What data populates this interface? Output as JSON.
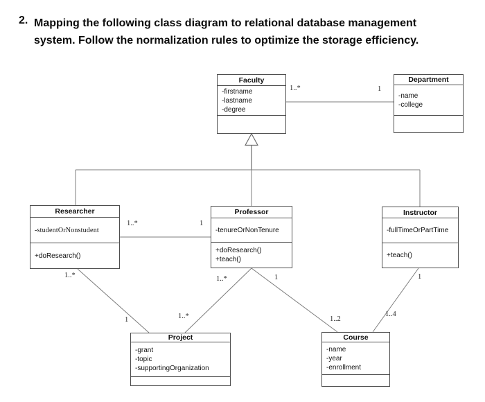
{
  "heading": {
    "number": "2.",
    "line1": "Mapping the following class diagram to relational database management",
    "line2": "system. Follow the normalization rules to optimize the storage efficiency."
  },
  "colors": {
    "box_border": "#4e4e4e",
    "connector": "#7d7d7d",
    "text": "#111111",
    "background": "#ffffff"
  },
  "classes": {
    "faculty": {
      "name": "Faculty",
      "attributes": [
        "-firstname",
        "-lastname",
        "-degree"
      ]
    },
    "department": {
      "name": "Department",
      "attributes": [
        "-name",
        "-college"
      ]
    },
    "researcher": {
      "name": "Researcher",
      "attributes": [
        "-studentOrNonstudent"
      ],
      "operations": [
        "+doResearch()"
      ]
    },
    "professor": {
      "name": "Professor",
      "attributes": [
        "-tenureOrNonTenure"
      ],
      "operations": [
        "+doResearch()",
        "+teach()"
      ]
    },
    "instructor": {
      "name": "Instructor",
      "attributes": [
        "-fullTimeOrPartTime"
      ],
      "operations": [
        "+teach()"
      ]
    },
    "project": {
      "name": "Project",
      "attributes": [
        "-grant",
        "-topic",
        "-supportingOrganization"
      ]
    },
    "course": {
      "name": "Course",
      "attributes": [
        "-name",
        "-year",
        "-enrollment"
      ]
    }
  },
  "multiplicities": {
    "faculty_department": {
      "faculty_end": "1..*",
      "department_end": "1"
    },
    "researcher_professor": {
      "researcher_end": "1..*",
      "professor_end": "1"
    },
    "researcher_project": {
      "researcher_end": "1..*",
      "project_end": "1"
    },
    "professor_project": {
      "professor_end": "1..*",
      "project_end": "1..*"
    },
    "professor_course": {
      "professor_end": "1",
      "course_end": "1..2"
    },
    "instructor_course": {
      "instructor_end": "1",
      "course_end": "1..4"
    }
  }
}
